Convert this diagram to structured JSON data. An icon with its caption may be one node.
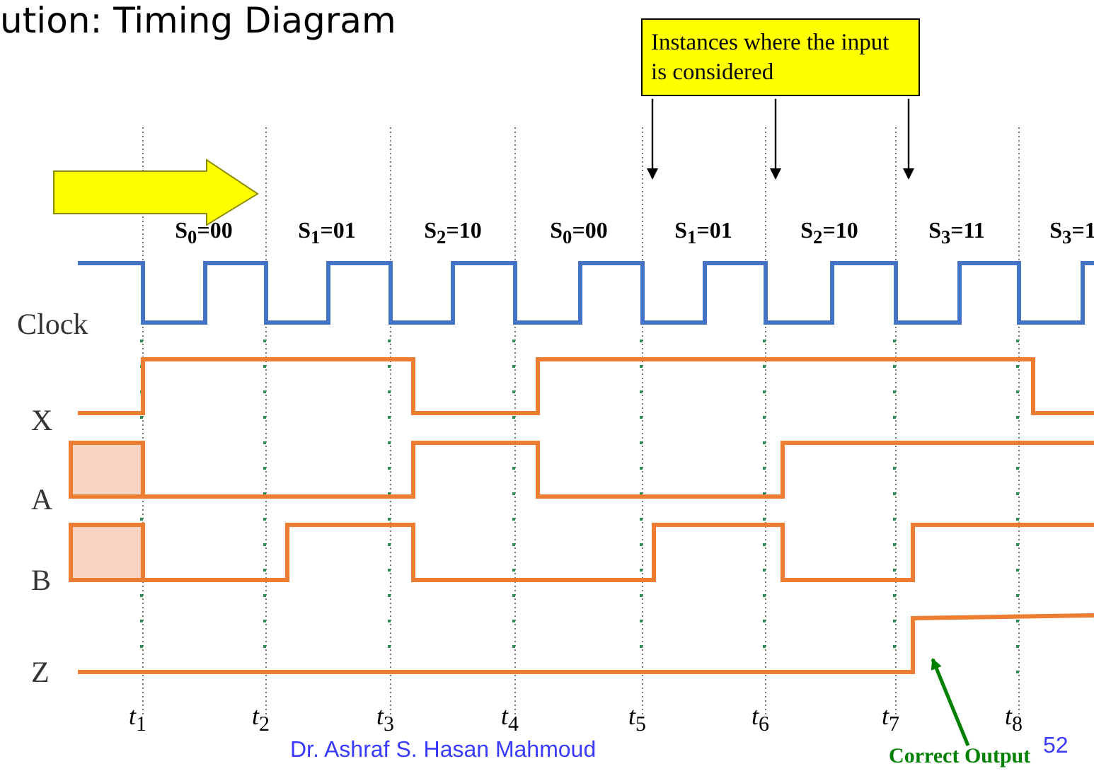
{
  "diagram": {
    "title": "ution: Timing Diagram",
    "nodes": [
      {
        "text": [
          "Instances where the input is considered"
        ]
      },
      {
        "text": [
          "Correct Output"
        ]
      }
    ],
    "edges": [
      {
        "from": 0,
        "to": null,
        "arrow": "to"
      },
      {
        "from": 0,
        "to": null,
        "arrow": "to"
      },
      {
        "from": 0,
        "to": null,
        "arrow": "to"
      },
      {
        "from": 1,
        "to": null,
        "arrow": "to",
        "color": "#008000"
      }
    ],
    "labels": [
      "S$_{0}$=00",
      "S$_{1}$=01",
      "S$_{2}$=10",
      "S$_{0}$=00",
      "S$_{1}$=01",
      "S$_{2}$=10",
      "S$_{3}$=11",
      "S$_{3}$=1",
      "Clock",
      "X",
      "A",
      "B",
      "Z",
      "*t*$_{1}$",
      "*t*$_{2}$",
      "*t*$_{3}$",
      "*t*$_{4}$",
      "*t*$_{5}$",
      "*t*$_{6}$",
      "*t*$_{7}$",
      "*t*$_{8}$",
      "Dr. Ashraf S. Hasan Mahmoud",
      "52"
    ]
  }
}
